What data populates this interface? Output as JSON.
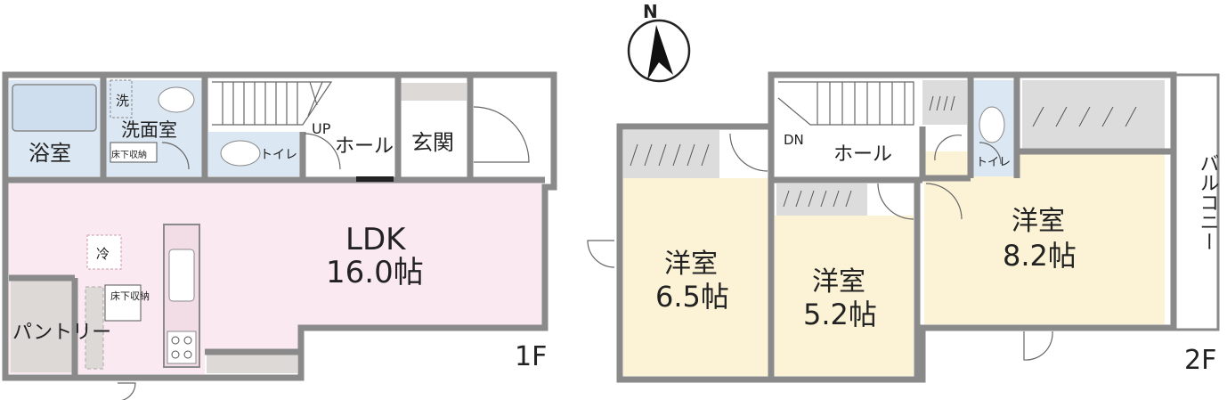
{
  "compass": {
    "north_label": "N"
  },
  "floor1": {
    "floor_label": "1F",
    "rooms": {
      "bath": "浴室",
      "washroom": "洗面室",
      "washer": "洗",
      "underfloor_storage_1": "床下収納",
      "toilet": "トイレ",
      "up": "UP",
      "hall": "ホール",
      "entrance": "玄関",
      "ldk_name": "LDK",
      "ldk_size": "16.0帖",
      "fridge": "冷",
      "underfloor_storage_2": "床下収納",
      "pantry": "パントリー"
    }
  },
  "floor2": {
    "floor_label": "2F",
    "rooms": {
      "dn": "DN",
      "hall": "ホール",
      "toilet": "トイレ",
      "balcony": "バルコニー",
      "room_a_name": "洋室",
      "room_a_size": "6.5帖",
      "room_b_name": "洋室",
      "room_b_size": "5.2帖",
      "room_c_name": "洋室",
      "room_c_size": "8.2帖"
    }
  },
  "colors": {
    "wall": "#8a8a8a",
    "wet_area": "#dbe7f3",
    "ldk": "#fbe9f1",
    "bedroom": "#fcf3d6",
    "storage": "#dcdcdc",
    "pantry": "#dcd9d6"
  }
}
